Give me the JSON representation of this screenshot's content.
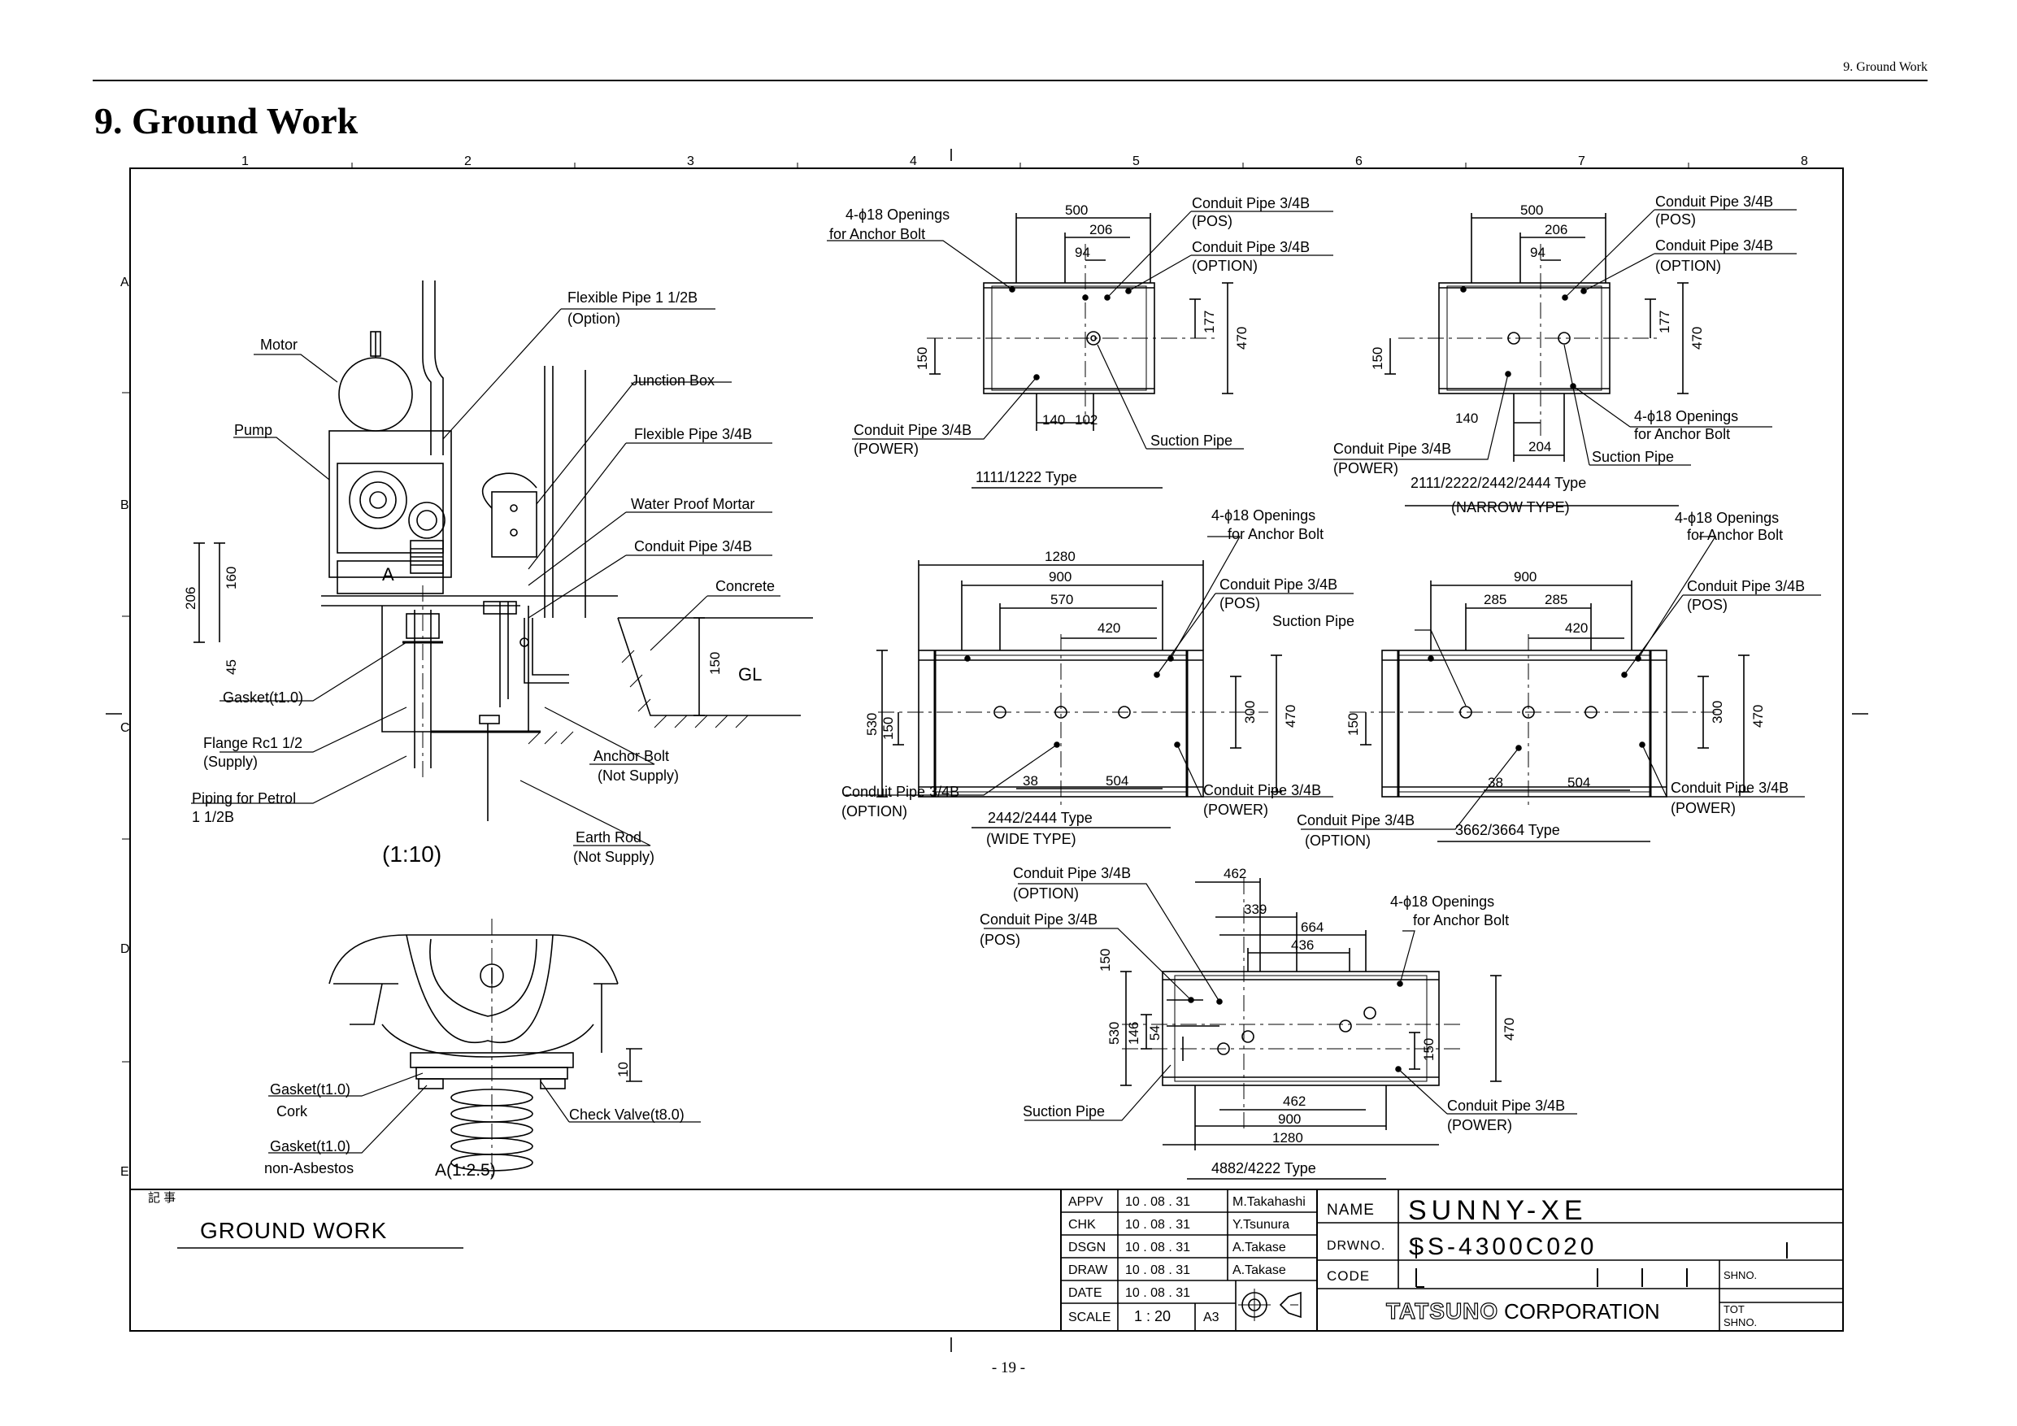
{
  "running_header": "9. Ground Work",
  "page_title": "9. Ground Work",
  "page_number": "- 19 -",
  "grid": {
    "columns": [
      "1",
      "2",
      "3",
      "4",
      "5",
      "6",
      "7",
      "8"
    ],
    "rows": [
      "A",
      "B",
      "C",
      "D",
      "E"
    ]
  },
  "section_view": {
    "labels": {
      "flexible_pipe_112": "Flexible Pipe 1 1/2B",
      "option": "(Option)",
      "motor": "Motor",
      "junction_box": "Junction Box",
      "pump": "Pump",
      "flexible_pipe_34": "Flexible Pipe 3/4B",
      "water_proof_mortar": "Water Proof Mortar",
      "conduit_pipe": "Conduit Pipe 3/4B",
      "concrete": "Concrete",
      "gl": "GL",
      "gasket": "Gasket(t1.0)",
      "flange": "Flange Rc1 1/2",
      "supply": "(Supply)",
      "piping_petrol": "Piping for Petrol",
      "piping_size": "1 1/2B",
      "anchor_bolt": "Anchor Bolt",
      "not_supply": "(Not Supply)",
      "earth_rod": "Earth Rod",
      "not_supply2": "(Not Supply)",
      "scale": "(1:10)",
      "detail_marker": "A"
    },
    "dims": {
      "d206": "206",
      "d160": "160",
      "d45": "45",
      "d150": "150"
    }
  },
  "detail_view": {
    "labels": {
      "gasket_cork": "Gasket(t1.0)",
      "cork": "Cork",
      "gasket_na": "Gasket(t1.0)",
      "non_asbestos": "non-Asbestos",
      "check_valve": "Check Valve(t8.0)",
      "scale": "A(1:2.5)",
      "dim10": "10"
    }
  },
  "plan_1111": {
    "type_label": "1111/1222 Type",
    "openings": "4-ϕ18 Openings",
    "for_anchor": "for Anchor Bolt",
    "conduit_pos": "Conduit Pipe 3/4B",
    "pos": "(POS)",
    "conduit_option": "Conduit Pipe 3/4B",
    "option": "(OPTION)",
    "conduit_power": "Conduit Pipe 3/4B",
    "power": "(POWER)",
    "suction": "Suction Pipe",
    "dims": {
      "w500": "500",
      "w206": "206",
      "w94": "94",
      "h177": "177",
      "h470": "470",
      "h150": "150",
      "w140": "140",
      "w102": "102"
    }
  },
  "plan_2111": {
    "type_label": "2111/2222/2442/2444 Type",
    "sub_label": "(NARROW TYPE)",
    "conduit_pos": "Conduit Pipe 3/4B",
    "pos": "(POS)",
    "conduit_option": "Conduit Pipe 3/4B",
    "option": "(OPTION)",
    "openings": "4-ϕ18 Openings",
    "for_anchor": "for Anchor Bolt",
    "conduit_power": "Conduit Pipe 3/4B",
    "power": "(POWER)",
    "suction": "Suction Pipe",
    "dims": {
      "w500": "500",
      "w206": "206",
      "w94": "94",
      "h177": "177",
      "h470": "470",
      "h150": "150",
      "w140": "140",
      "w204": "204"
    }
  },
  "plan_2442": {
    "type_label": "2442/2444 Type",
    "sub_label": "(WIDE TYPE)",
    "openings": "4-ϕ18 Openings",
    "for_anchor": "for Anchor Bolt",
    "conduit_pos": "Conduit Pipe 3/4B",
    "pos": "(POS)",
    "conduit_option": "Conduit Pipe 3/4B",
    "option": "(OPTION)",
    "conduit_power": "Conduit Pipe 3/4B",
    "power": "(POWER)",
    "dims": {
      "w1280": "1280",
      "w900": "900",
      "w570": "570",
      "w420": "420",
      "h530": "530",
      "h150": "150",
      "h300": "300",
      "h470": "470",
      "w38": "38",
      "w504": "504"
    }
  },
  "plan_3662": {
    "type_label": "3662/3664 Type",
    "openings": "4-ϕ18 Openings",
    "for_anchor": "for Anchor Bolt",
    "conduit_pos": "Conduit Pipe 3/4B",
    "pos": "(POS)",
    "suction": "Suction Pipe",
    "conduit_option": "Conduit Pipe 3/4B",
    "option": "(OPTION)",
    "conduit_power": "Conduit Pipe 3/4B",
    "power": "(POWER)",
    "dims": {
      "w900": "900",
      "w285a": "285",
      "w285b": "285",
      "w420": "420",
      "h150": "150",
      "h300": "300",
      "h470": "470",
      "w38": "38",
      "w504": "504"
    }
  },
  "plan_4882": {
    "type_label": "4882/4222 Type",
    "conduit_option": "Conduit Pipe 3/4B",
    "option": "(OPTION)",
    "conduit_pos": "Conduit Pipe 3/4B",
    "pos": "(POS)",
    "openings": "4-ϕ18 Openings",
    "for_anchor": "for Anchor Bolt",
    "suction": "Suction Pipe",
    "conduit_power": "Conduit Pipe 3/4B",
    "power": "(POWER)",
    "dims": {
      "w462": "462",
      "w339": "339",
      "w664": "664",
      "w436": "436",
      "h150": "150",
      "h530": "530",
      "h146": "146",
      "h54": "54",
      "h150b": "150",
      "h470": "470",
      "w462b": "462",
      "w900": "900",
      "w1280": "1280"
    }
  },
  "title_block": {
    "remark_label": "記 事",
    "drawing_title": "GROUND WORK",
    "rows": [
      {
        "role": "APPV",
        "date": "10 . 08 . 31",
        "name": "M.Takahashi"
      },
      {
        "role": "CHK",
        "date": "10 . 08 . 31",
        "name": "Y.Tsunura"
      },
      {
        "role": "DSGN",
        "date": "10 . 08 . 31",
        "name": "A.Takase"
      },
      {
        "role": "DRAW",
        "date": "10 . 08 . 31",
        "name": "A.Takase"
      },
      {
        "role": "DATE",
        "date": "10 . 08 . 31",
        "name": ""
      }
    ],
    "scale_label": "SCALE",
    "scale_value": "1 : 20",
    "paper": "A3",
    "name_label": "NAME",
    "name_value": "SUNNY-XE",
    "drwno_label": "DRWNO.",
    "drwno_value": "SS-4300C020",
    "code_label": "CODE",
    "shno_label": "SHNO.",
    "tot_label": "TOT",
    "tot_shno_label": "SHNO.",
    "company_logo": "TATSUNO",
    "company_suffix": "CORPORATION"
  }
}
